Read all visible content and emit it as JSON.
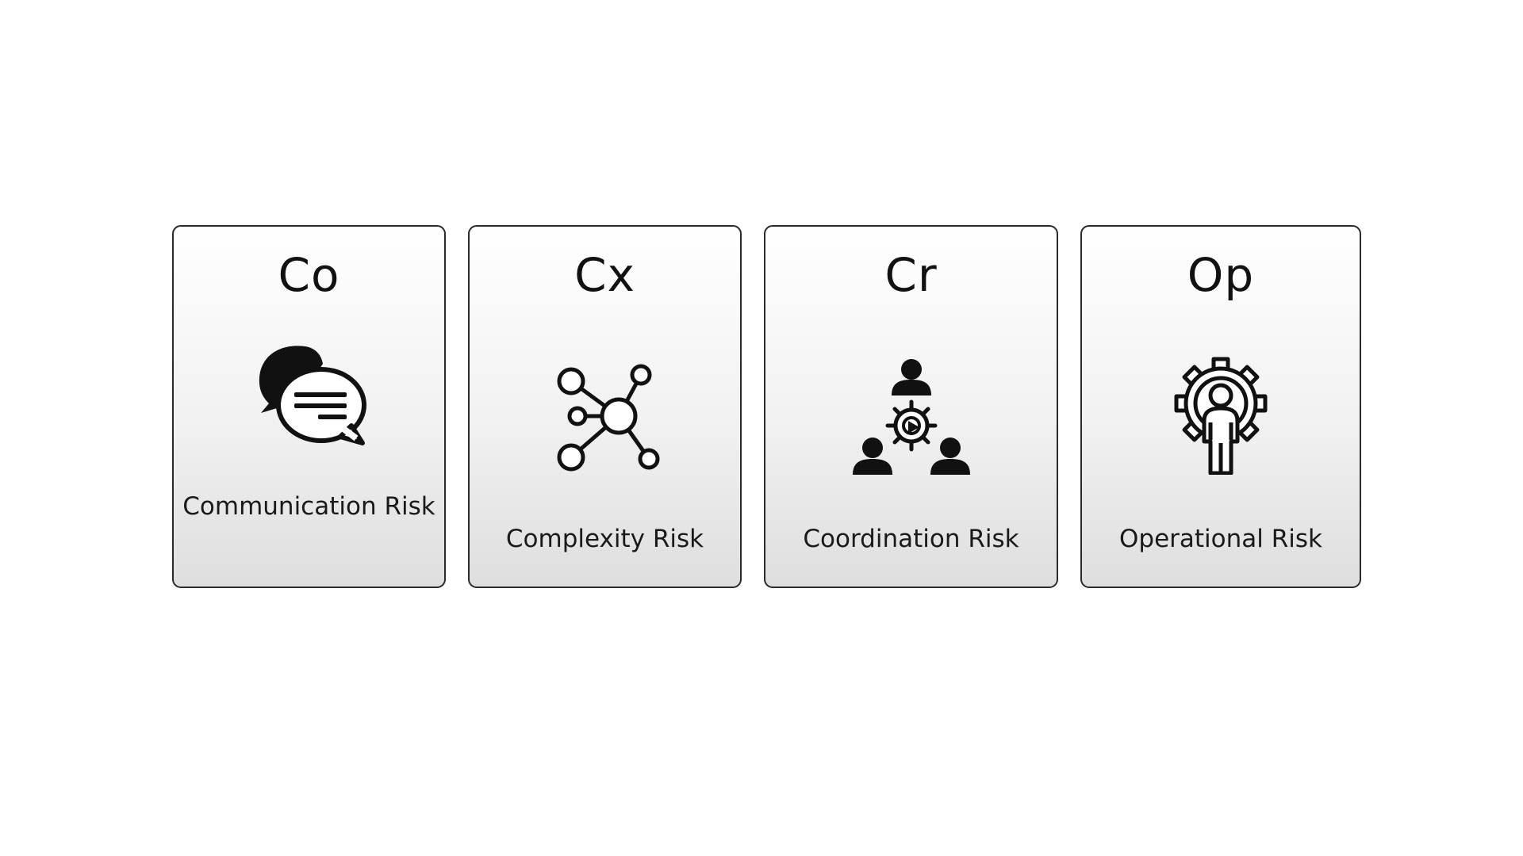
{
  "cards": [
    {
      "abbr": "Co",
      "label": "Communication Risk",
      "icon": "speech-bubbles-icon"
    },
    {
      "abbr": "Cx",
      "label": "Complexity Risk",
      "icon": "network-nodes-icon"
    },
    {
      "abbr": "Cr",
      "label": "Coordination Risk",
      "icon": "team-coordination-icon"
    },
    {
      "abbr": "Op",
      "label": "Operational Risk",
      "icon": "gear-person-icon"
    }
  ],
  "colors": {
    "border": "#2a2a2a",
    "icon": "#111111",
    "text": "#1a1a1a"
  }
}
